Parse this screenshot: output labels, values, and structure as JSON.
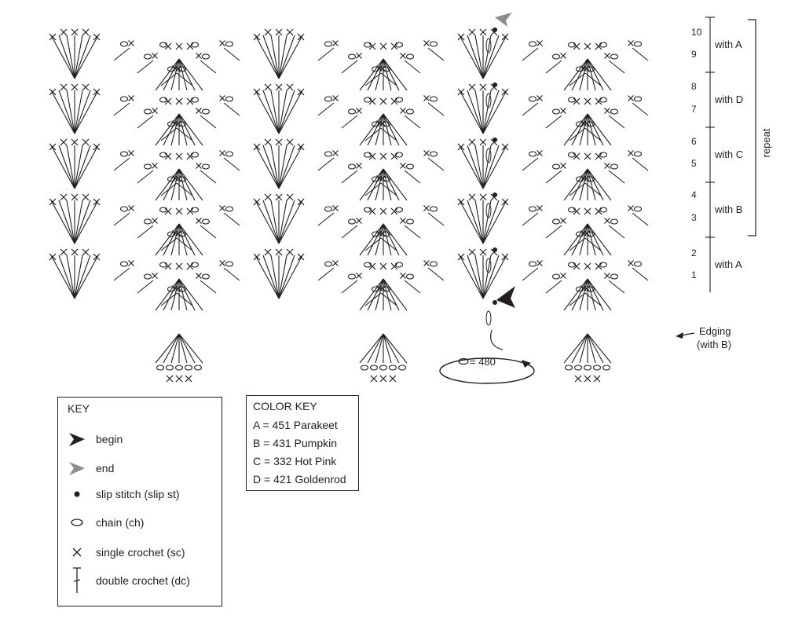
{
  "rows": [
    {
      "n": "10"
    },
    {
      "n": "9"
    },
    {
      "n": "8"
    },
    {
      "n": "7"
    },
    {
      "n": "6"
    },
    {
      "n": "5"
    },
    {
      "n": "4"
    },
    {
      "n": "3"
    },
    {
      "n": "2"
    },
    {
      "n": "1"
    }
  ],
  "color_groups": [
    {
      "label": "with A"
    },
    {
      "label": "with D"
    },
    {
      "label": "with C"
    },
    {
      "label": "with B"
    },
    {
      "label": "with A"
    }
  ],
  "repeat_label": "repeat",
  "edging_label_1": "Edging",
  "edging_label_2": "(with B)",
  "chain_count_label": "= 480",
  "key": {
    "title": "KEY",
    "items": [
      {
        "label": "begin",
        "icon": "begin-arrow-icon"
      },
      {
        "label": "end",
        "icon": "end-arrow-icon"
      },
      {
        "label": "slip stitch (slip st)",
        "icon": "slip-stitch-icon"
      },
      {
        "label": "chain (ch)",
        "icon": "chain-icon"
      },
      {
        "label": "single crochet (sc)",
        "icon": "single-crochet-icon"
      },
      {
        "label": "double crochet (dc)",
        "icon": "double-crochet-icon"
      }
    ]
  },
  "color_key": {
    "title": "COLOR KEY",
    "items": [
      {
        "label": "A = 451 Parakeet"
      },
      {
        "label": "B = 431 Pumpkin"
      },
      {
        "label": "C = 332 Hot Pink"
      },
      {
        "label": "D = 421 Goldenrod"
      }
    ]
  },
  "colors": {
    "ink": "#231f20",
    "end_arrow": "#8a8c8e"
  }
}
